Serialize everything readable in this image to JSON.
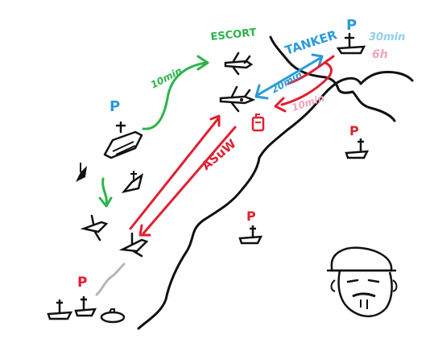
{
  "labels": {
    "escort": "ESCORT",
    "tanker": "TANKER",
    "time_10min": "10min",
    "time_20min": "20min",
    "time_10min_red": "10min",
    "time_30min": "30min",
    "time_6h": "6h",
    "asuw": "ASuW",
    "priority_marker": "P"
  },
  "colors": {
    "ink": "#111111",
    "green": "#2db34a",
    "blue": "#2b9ad8",
    "red": "#e02030",
    "light_blue": "#8fd0ea",
    "pink": "#f2a2c0",
    "gray": "#b5b5b5"
  },
  "icons": [
    "aircraft-carrier-icon",
    "warship-icon",
    "fighter-jet-icon",
    "tanker-ship-icon",
    "submarine-icon",
    "admiral-face-icon",
    "fuel-icon"
  ]
}
